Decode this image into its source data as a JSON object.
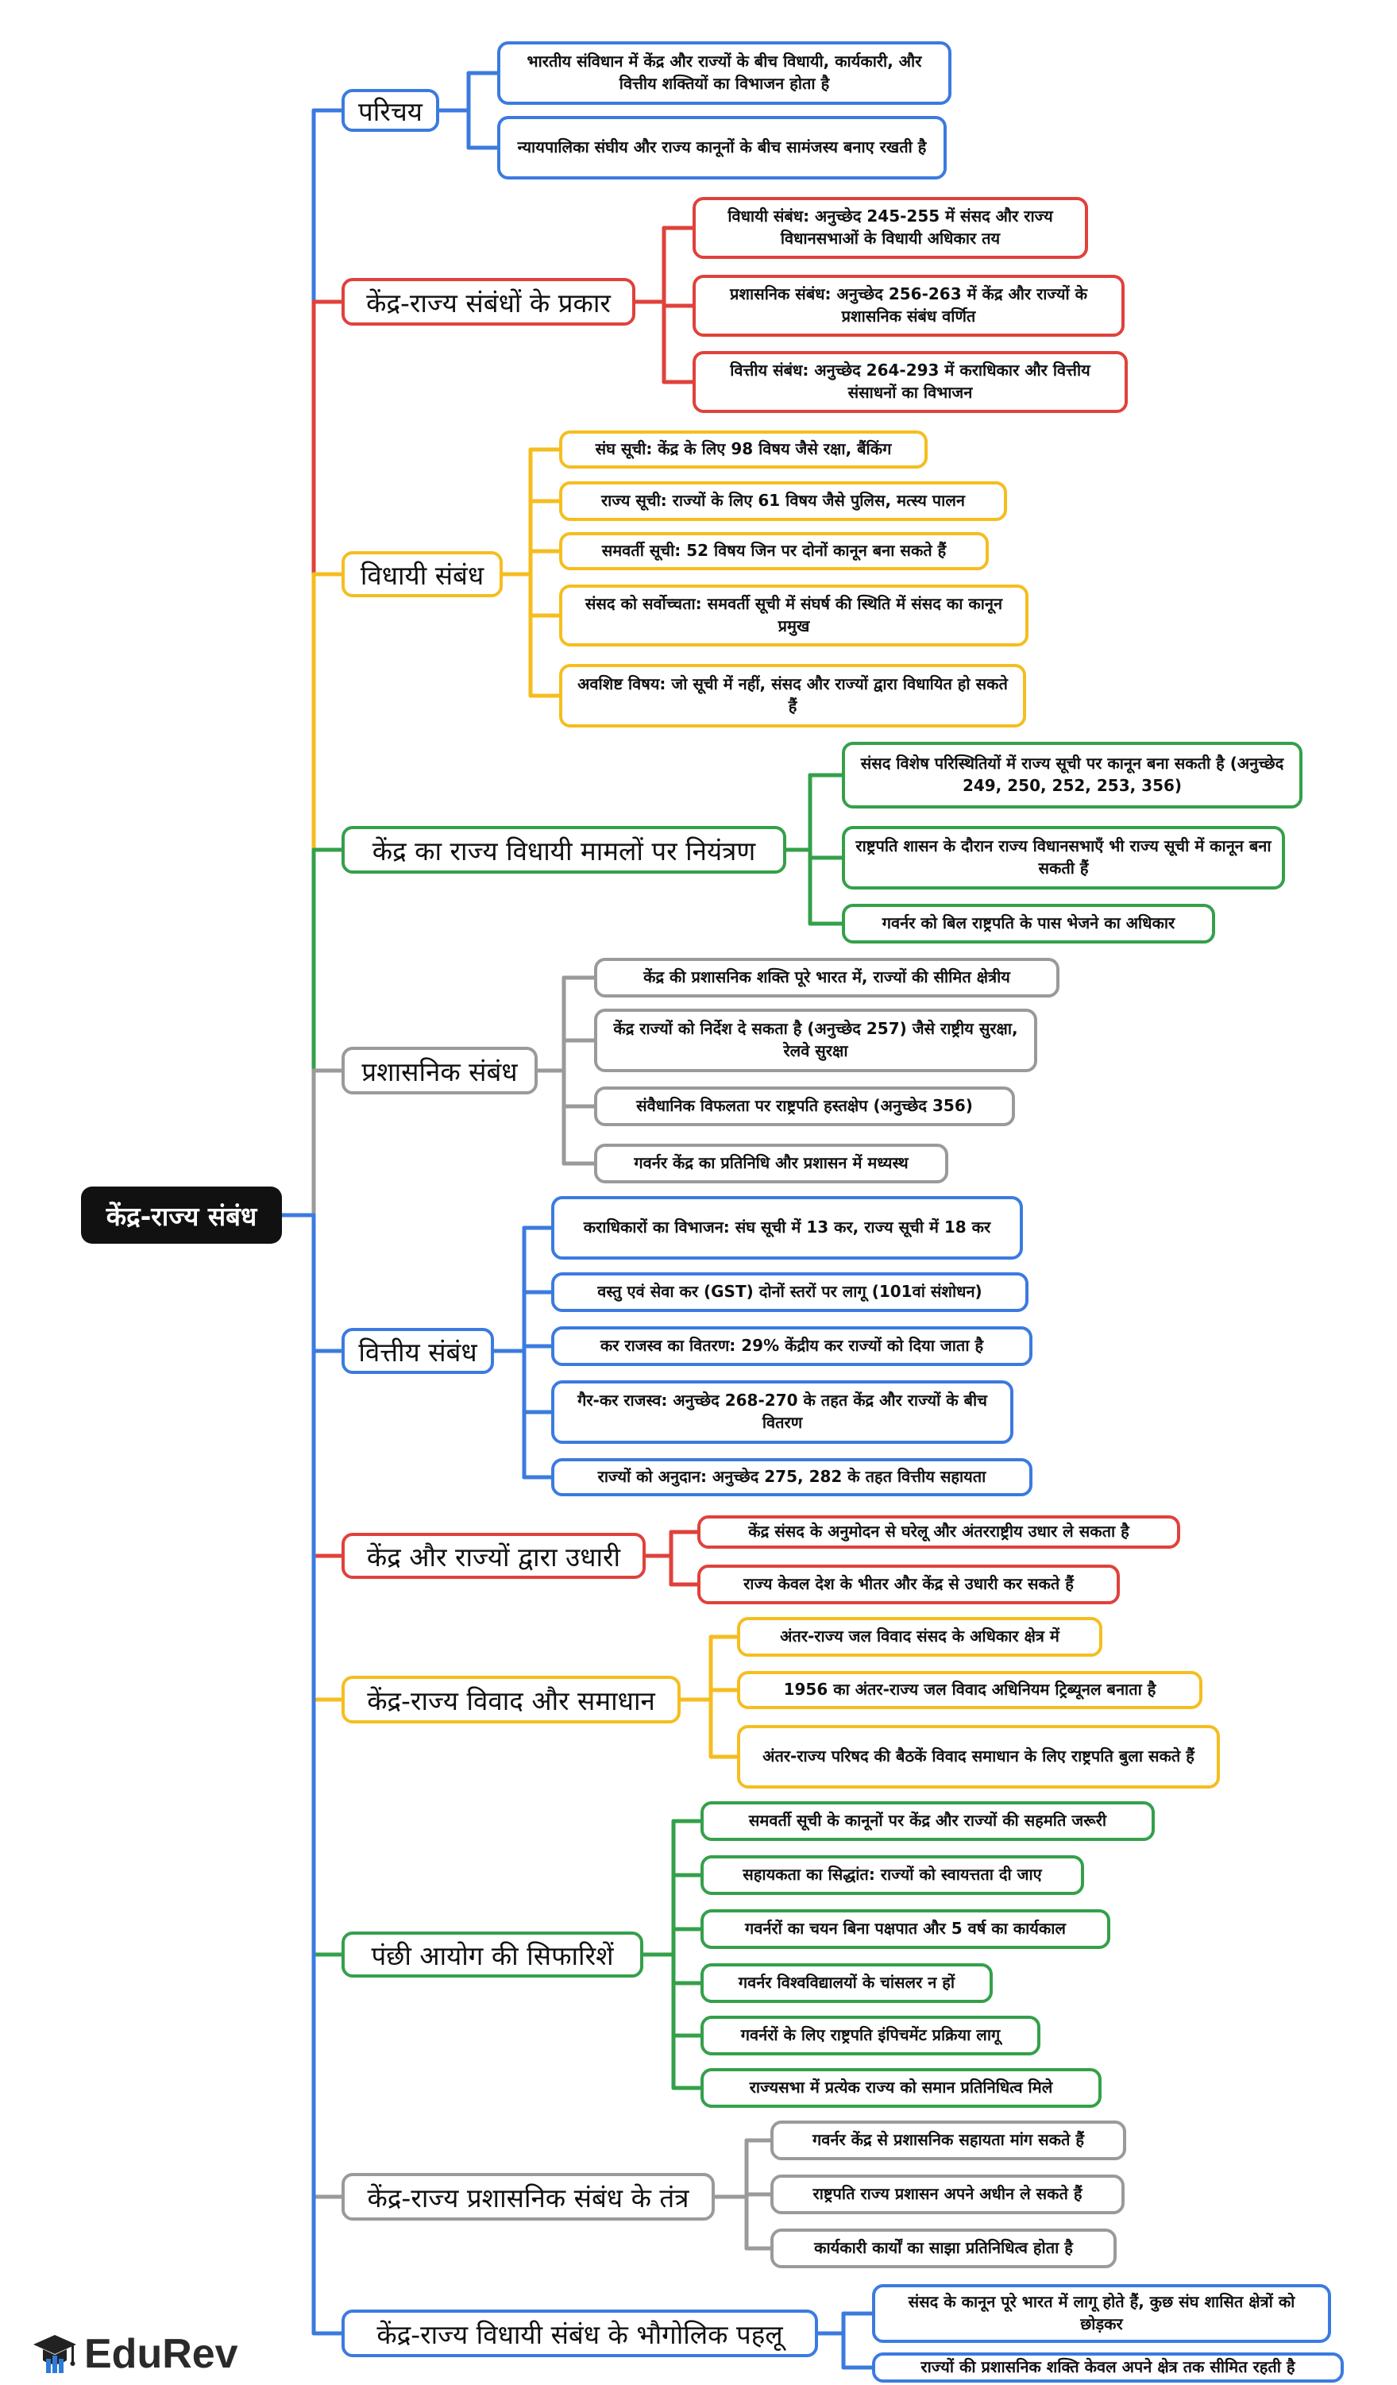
{
  "root": {
    "label": "केंद्र-राज्य संबंध"
  },
  "branches": [
    {
      "label": "परिचय",
      "color": "#3b7be0",
      "leaves": [
        "भारतीय संविधान में केंद्र और राज्यों के बीच विधायी, कार्यकारी, और वित्तीय शक्तियों का विभाजन होता है",
        "न्यायपालिका संघीय और राज्य कानूनों के बीच सामंजस्य बनाए रखती है"
      ]
    },
    {
      "label": "केंद्र-राज्य संबंधों के प्रकार",
      "color": "#e0413b",
      "leaves": [
        "विधायी संबंध: अनुच्छेद 245-255 में संसद और राज्य विधानसभाओं के विधायी अधिकार तय",
        "प्रशासनिक संबंध: अनुच्छेद 256-263 में केंद्र और राज्यों के प्रशासनिक संबंध वर्णित",
        "वित्तीय संबंध: अनुच्छेद 264-293 में कराधिकार और वित्तीय संसाधनों का विभाजन"
      ]
    },
    {
      "label": "विधायी संबंध",
      "color": "#f5bd1f",
      "leaves": [
        "संघ सूची: केंद्र के लिए 98 विषय जैसे रक्षा, बैंकिंग",
        "राज्य सूची: राज्यों के लिए 61 विषय जैसे पुलिस, मत्स्य पालन",
        "समवर्ती सूची: 52 विषय जिन पर दोनों कानून बना सकते हैं",
        "संसद को सर्वोच्चता: समवर्ती सूची में संघर्ष की स्थिति में संसद का कानून प्रमुख",
        "अवशिष्ट विषय: जो सूची में नहीं, संसद और राज्यों द्वारा विधायित हो सकते हैं"
      ]
    },
    {
      "label": "केंद्र का राज्य विधायी मामलों पर नियंत्रण",
      "color": "#34a04a",
      "leaves": [
        "संसद विशेष परिस्थितियों में राज्य सूची पर कानून बना सकती है (अनुच्छेद 249, 250, 252, 253, 356)",
        "राष्ट्रपति शासन के दौरान राज्य विधानसभाएँ भी राज्य सूची में कानून बना सकती हैं",
        "गवर्नर को बिल राष्ट्रपति के पास भेजने का अधिकार"
      ]
    },
    {
      "label": "प्रशासनिक संबंध",
      "color": "#9a9a9a",
      "leaves": [
        "केंद्र की प्रशासनिक शक्ति पूरे भारत में, राज्यों की सीमित क्षेत्रीय",
        "केंद्र राज्यों को निर्देश दे सकता है (अनुच्छेद 257) जैसे राष्ट्रीय सुरक्षा, रेलवे सुरक्षा",
        "संवैधानिक विफलता पर राष्ट्रपति हस्तक्षेप (अनुच्छेद 356)",
        "गवर्नर केंद्र का प्रतिनिधि और प्रशासन में मध्यस्थ"
      ]
    },
    {
      "label": "वित्तीय संबंध",
      "color": "#3b7be0",
      "leaves": [
        "कराधिकारों का विभाजन: संघ सूची में 13 कर, राज्य सूची में 18 कर",
        "वस्तु एवं सेवा कर (GST) दोनों स्तरों पर लागू (101वां संशोधन)",
        "कर राजस्व का वितरण: 29% केंद्रीय कर राज्यों को दिया जाता है",
        "गैर-कर राजस्व: अनुच्छेद 268-270 के तहत केंद्र और राज्यों के बीच वितरण",
        "राज्यों को अनुदान: अनुच्छेद 275, 282 के तहत वित्तीय सहायता"
      ]
    },
    {
      "label": "केंद्र और राज्यों द्वारा उधारी",
      "color": "#e0413b",
      "leaves": [
        "केंद्र संसद के अनुमोदन से घरेलू और अंतरराष्ट्रीय उधार ले सकता है",
        "राज्य केवल देश के भीतर और केंद्र से उधारी कर सकते हैं"
      ]
    },
    {
      "label": "केंद्र-राज्य विवाद और समाधान",
      "color": "#f5bd1f",
      "leaves": [
        "अंतर-राज्य जल विवाद संसद के अधिकार क्षेत्र में",
        "1956 का अंतर-राज्य जल विवाद अधिनियम ट्रिब्यूनल बनाता है",
        "अंतर-राज्य परिषद की बैठकें विवाद समाधान के लिए राष्ट्रपति बुला सकते हैं"
      ]
    },
    {
      "label": "पंछी आयोग की सिफारिशें",
      "color": "#34a04a",
      "leaves": [
        "समवर्ती सूची के कानूनों पर केंद्र और राज्यों की सहमति जरूरी",
        "सहायकता का सिद्धांत: राज्यों को स्वायत्तता दी जाए",
        "गवर्नरों का चयन बिना पक्षपात और 5 वर्ष का कार्यकाल",
        "गवर्नर विश्वविद्यालयों के चांसलर न हों",
        "गवर्नरों के लिए राष्ट्रपति इंपिचमेंट प्रक्रिया लागू",
        "राज्यसभा में प्रत्येक राज्य को समान प्रतिनिधित्व मिले"
      ]
    },
    {
      "label": "केंद्र-राज्य प्रशासनिक संबंध के तंत्र",
      "color": "#9a9a9a",
      "leaves": [
        "गवर्नर केंद्र से प्रशासनिक सहायता मांग सकते हैं",
        "राष्ट्रपति राज्य प्रशासन अपने अधीन ले सकते हैं",
        "कार्यकारी कार्यों का साझा प्रतिनिधित्व होता है"
      ]
    },
    {
      "label": "केंद्र-राज्य विधायी संबंध के भौगोलिक पहलू",
      "color": "#3b7be0",
      "leaves": [
        "संसद के कानून पूरे भारत में लागू होते हैं, कुछ संघ शासित क्षेत्रों को छोड़कर",
        "राज्यों की प्रशासनिक शक्ति केवल अपने क्षेत्र तक सीमित रहती है"
      ]
    }
  ],
  "logo": {
    "text": "EduRev",
    "icon": "graduation-cap-icon"
  }
}
